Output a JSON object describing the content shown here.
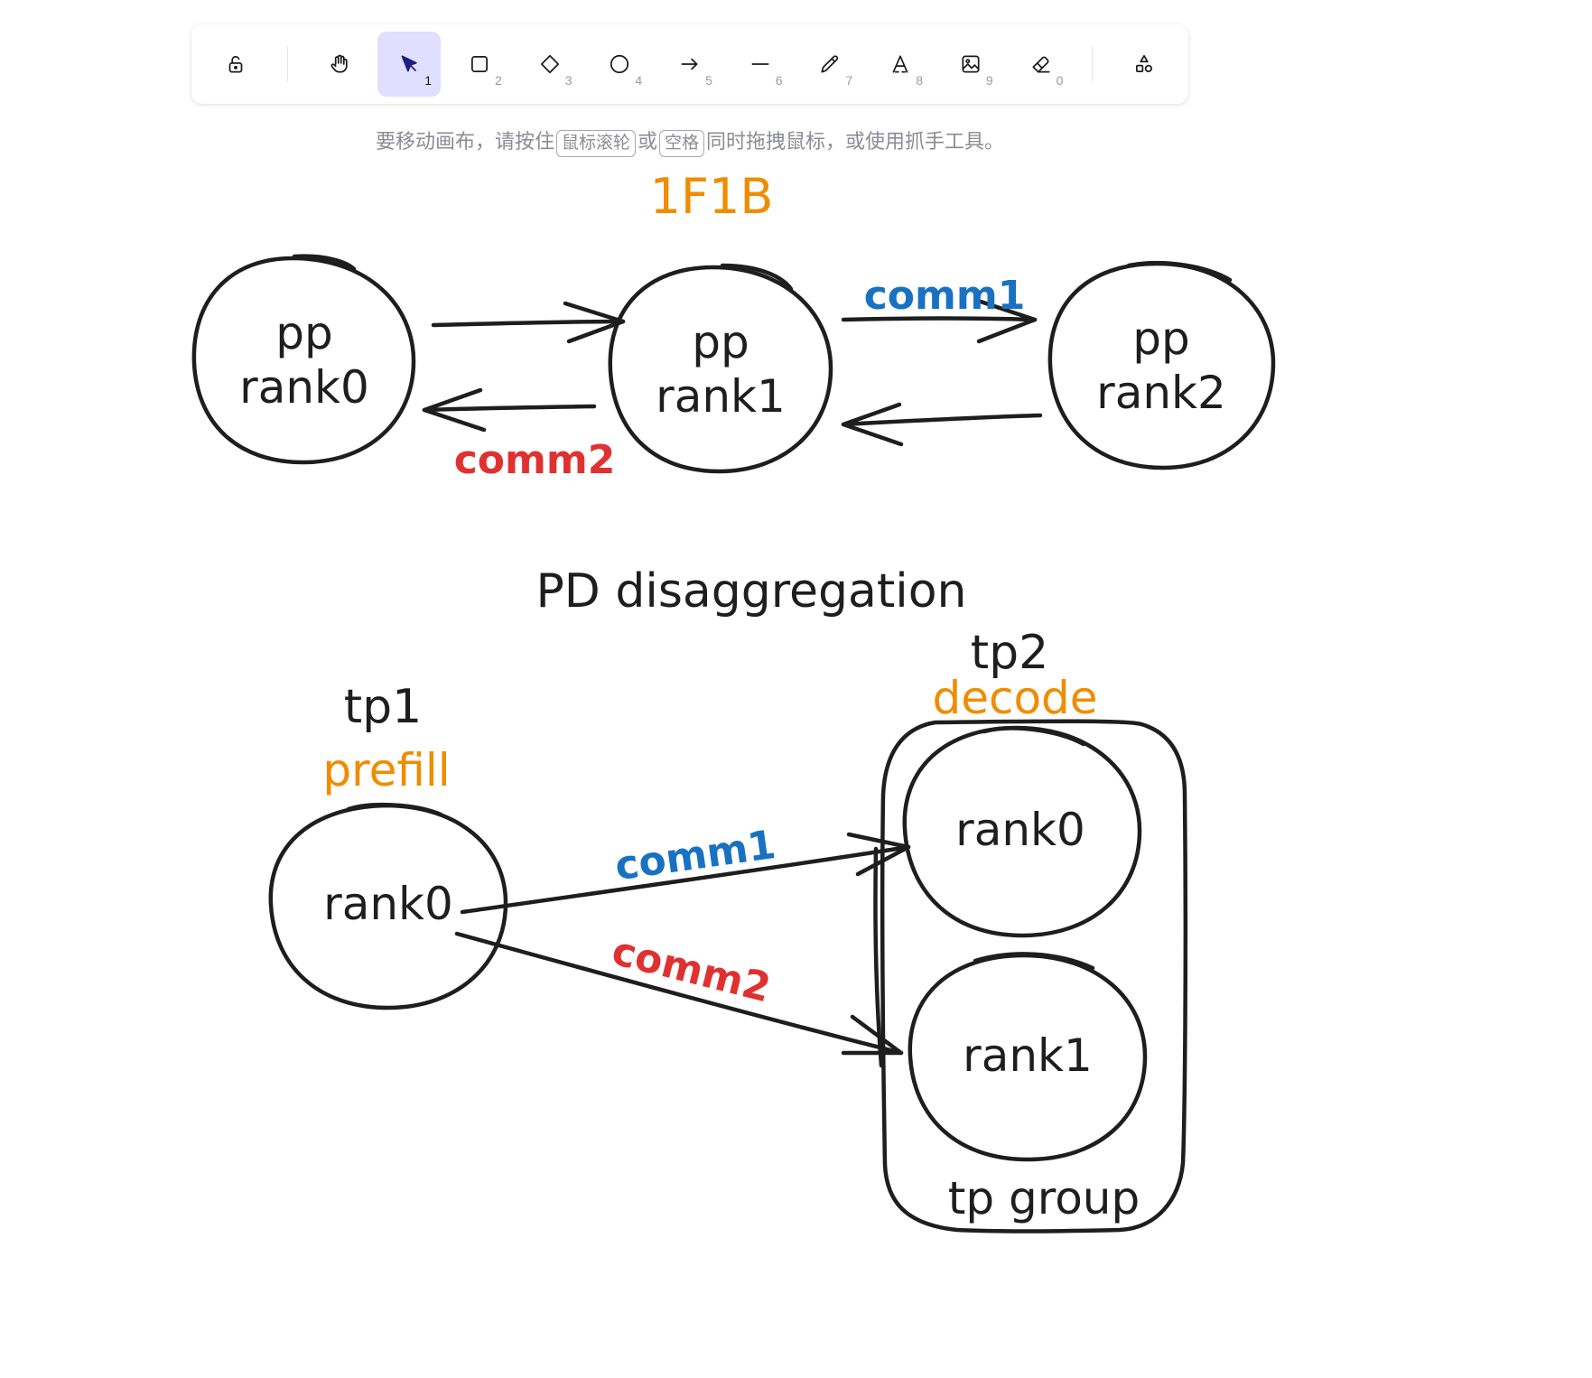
{
  "toolbar": {
    "lock_label": "",
    "tools": [
      {
        "name": "hand",
        "key": ""
      },
      {
        "name": "selection",
        "key": "1"
      },
      {
        "name": "rectangle",
        "key": "2"
      },
      {
        "name": "diamond",
        "key": "3"
      },
      {
        "name": "ellipse",
        "key": "4"
      },
      {
        "name": "arrow",
        "key": "5"
      },
      {
        "name": "line",
        "key": "6"
      },
      {
        "name": "draw",
        "key": "7"
      },
      {
        "name": "text",
        "key": "8"
      },
      {
        "name": "image",
        "key": "9"
      },
      {
        "name": "eraser",
        "key": "0"
      }
    ],
    "active_tool": "selection",
    "accent_color": "#e0dfff"
  },
  "hint": {
    "part1": "要移动画布，请按住",
    "key1": "鼠标滚轮",
    "part2": "或",
    "key2": "空格",
    "part3": "同时拖拽鼠标，或使用抓手工具。"
  },
  "canvas": {
    "title_1f1b": "1F1B",
    "pp_rank0_line1": "pp",
    "pp_rank0_line2": "rank0",
    "pp_rank1_line1": "pp",
    "pp_rank1_line2": "rank1",
    "pp_rank2_line1": "pp",
    "pp_rank2_line2": "rank2",
    "comm1_top": "comm1",
    "comm2_top": "comm2",
    "title_pd": "PD disaggregation",
    "tp1_label": "tp1",
    "prefill_label": "prefill",
    "prefill_rank0": "rank0",
    "tp2_label": "tp2",
    "decode_label": "decode",
    "decode_rank0": "rank0",
    "decode_rank1": "rank1",
    "tp_group_label": "tp group",
    "comm1_bottom": "comm1",
    "comm2_bottom": "comm2"
  },
  "colors": {
    "stroke": "#1e1e1e",
    "orange": "#f08c00",
    "blue": "#1971c2",
    "red": "#e03131"
  }
}
